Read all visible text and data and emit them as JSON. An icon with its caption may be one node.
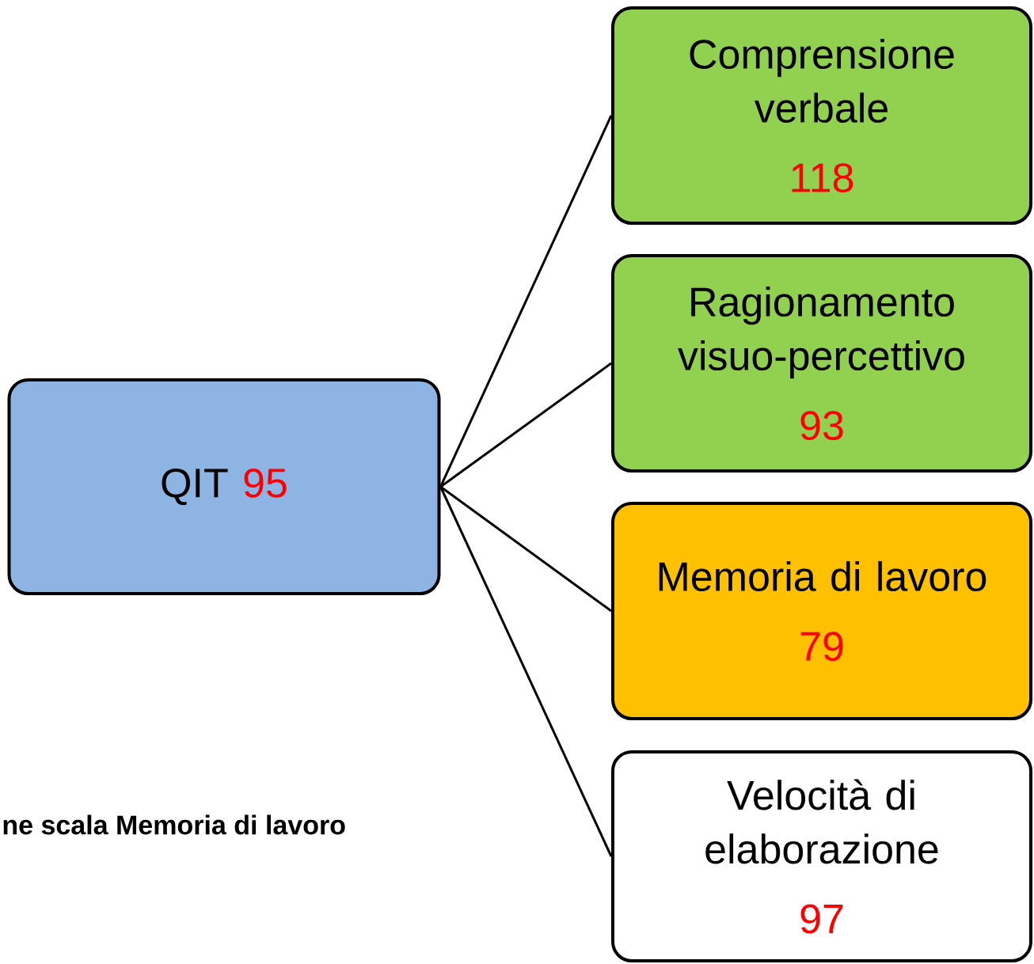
{
  "diagram": {
    "nodes": [
      {
        "text": [
          "QIT",
          "95"
        ]
      },
      {
        "text": [
          "Comprensione verbale",
          "118"
        ]
      },
      {
        "text": [
          "Ragionamento visuo-percettivo",
          "93"
        ]
      },
      {
        "text": [
          "Memoria di lavoro",
          "79"
        ]
      },
      {
        "text": [
          "Velocità di elaborazione",
          "97"
        ]
      }
    ],
    "edges": [
      {
        "from": 0,
        "to": 1,
        "arrow": "none"
      },
      {
        "from": 0,
        "to": 2,
        "arrow": "none"
      },
      {
        "from": 0,
        "to": 3,
        "arrow": "none"
      },
      {
        "from": 0,
        "to": 4,
        "arrow": "none"
      }
    ],
    "labels": [
      "ne scala Memoria di lavoro"
    ]
  }
}
